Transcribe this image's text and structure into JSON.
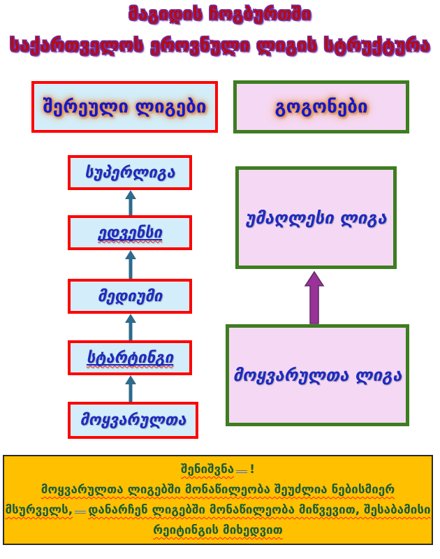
{
  "title": {
    "line1": "მაგიდის ჩოგბურთში",
    "line2": "საქართველოს ეროვნული ლიგის სტრუქტურა"
  },
  "headers": {
    "mixed_leagues": "შერეული ლიგები",
    "girls": "გოგონები"
  },
  "mixed_flow": {
    "levels": [
      "სუპერლიგა",
      "ედვენსი",
      "მედიუმი",
      "სტარტინგი",
      "მოყვარულთა"
    ]
  },
  "girls_flow": {
    "top": "უმაღლესი ლიგა",
    "bottom": "მოყვარულთა ლიგა"
  },
  "note": {
    "heading": "შენიშვნა",
    "heading_punct": "!",
    "line2": "მოყვარულთა ლიგებში მონაწილეობა შეუძლია ნებისმიერ",
    "line3a": "მსურველს,",
    "line3b": "დანარჩენ ლიგებში მონაწილეობა მიწვევით, შესაბამისი",
    "line4": "რეიტინგის მიხედვით"
  },
  "colors": {
    "title_text": "#b70a12",
    "title_outline": "#7030a0",
    "red_border": "#ff0000",
    "light_blue_fill": "#d3eefa",
    "green_border": "#3e7d21",
    "pink_fill": "#f5d8f3",
    "blue_text": "#1d2bc0",
    "teal_arrow": "#2e6b8c",
    "purple_arrow": "#993399",
    "note_background": "#ffc000",
    "note_text_green": "#1a5c35",
    "squiggle_red": "#ff1a1a"
  }
}
